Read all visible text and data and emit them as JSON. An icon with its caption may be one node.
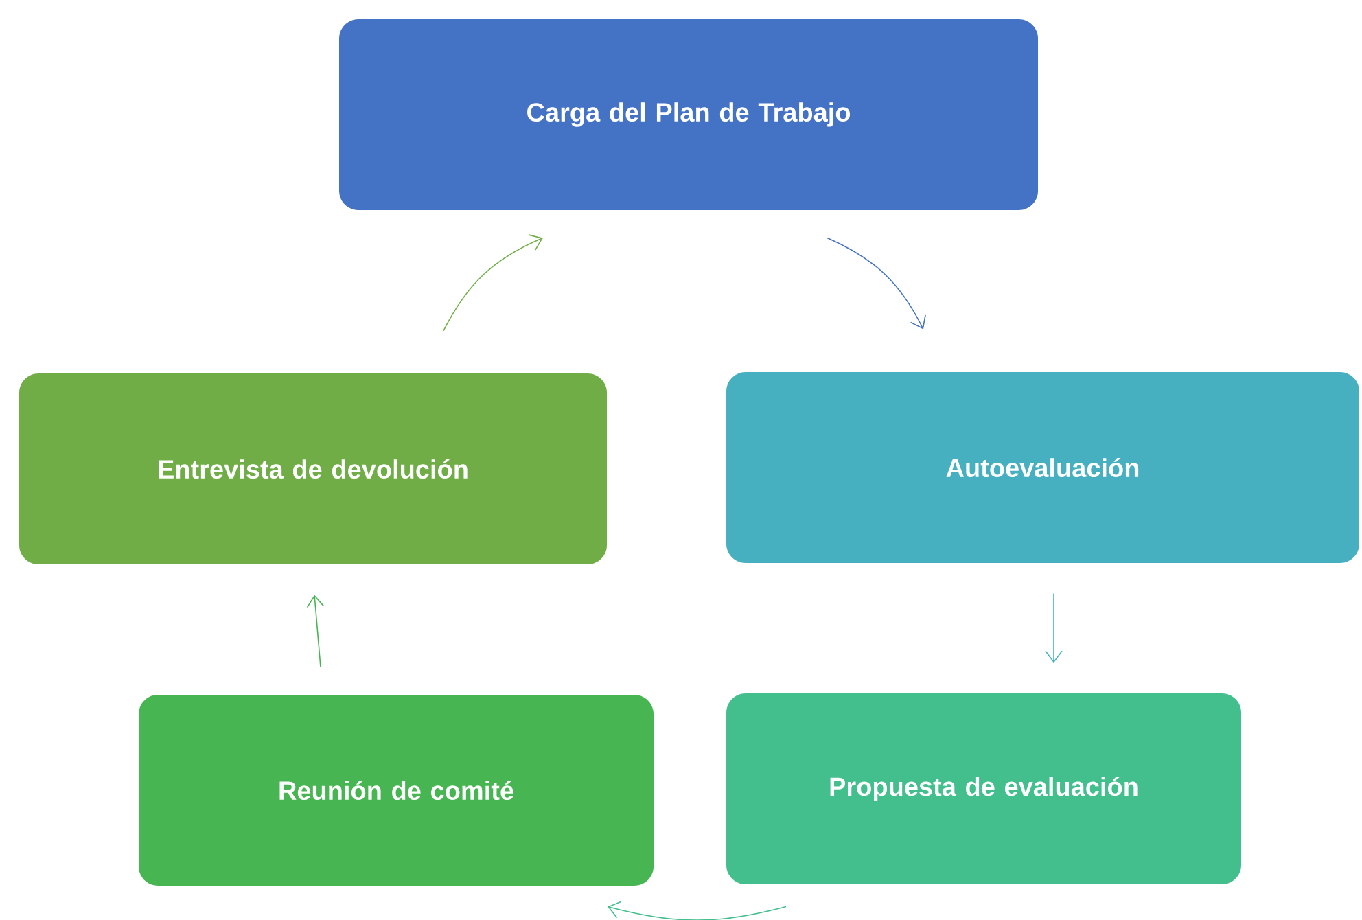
{
  "diagram": {
    "nodes": [
      {
        "text": [
          "Carga del Plan de Trabajo"
        ]
      },
      {
        "text": [
          "Autoevaluación"
        ]
      },
      {
        "text": [
          "Propuesta de evaluación"
        ]
      },
      {
        "text": [
          "Reunión de comité"
        ]
      },
      {
        "text": [
          "Entrevista de devolución"
        ]
      }
    ],
    "edges": [
      {
        "from": 0,
        "to": 1,
        "arrow": "to",
        "color": "#4472c4"
      },
      {
        "from": 1,
        "to": 2,
        "arrow": "to",
        "color": "#46afc0"
      },
      {
        "from": 2,
        "to": 3,
        "arrow": "to",
        "color": "#43bf8d"
      },
      {
        "from": 3,
        "to": 4,
        "arrow": "to",
        "color": "#47b552"
      },
      {
        "from": 4,
        "to": 0,
        "arrow": "to",
        "color": "#70ad47"
      }
    ]
  }
}
